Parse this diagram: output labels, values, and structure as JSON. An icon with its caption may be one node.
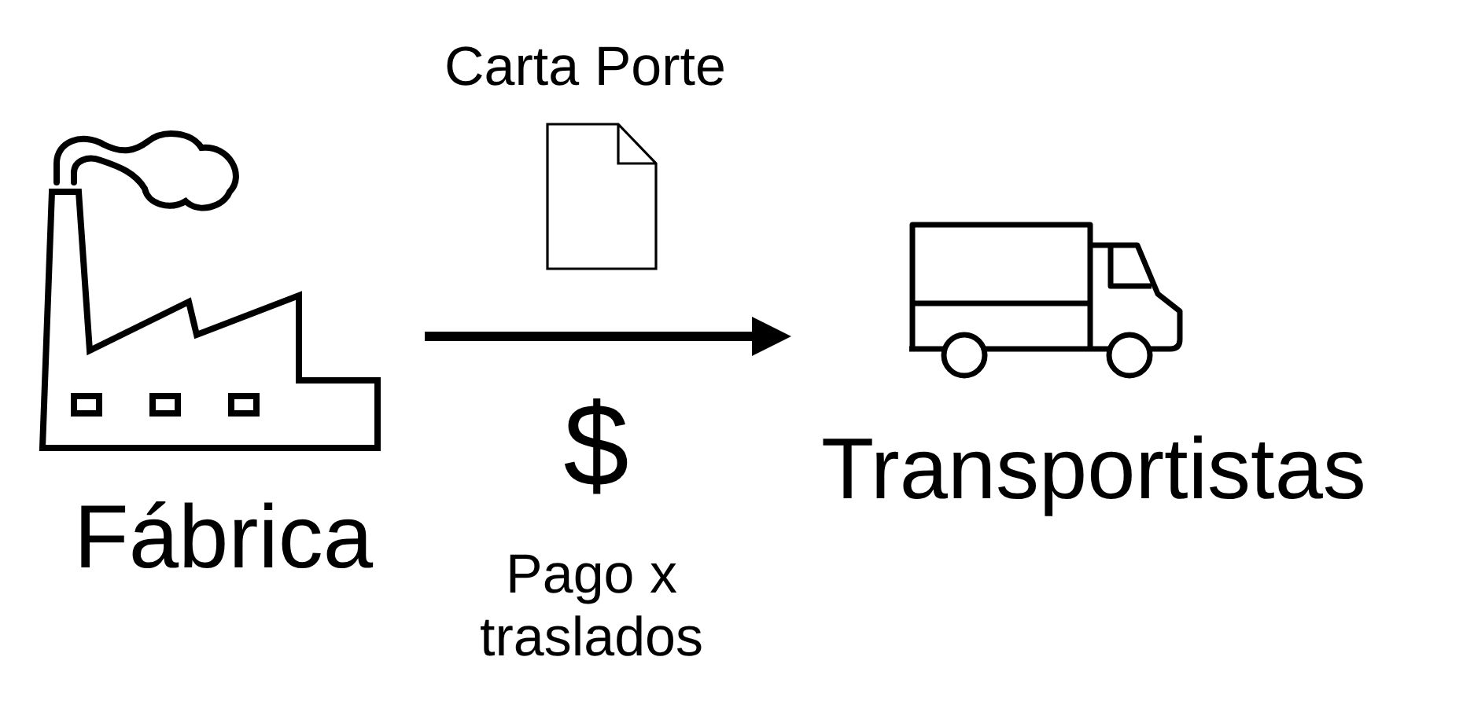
{
  "diagram": {
    "nodes": [
      {
        "text": [
          "Fábrica"
        ]
      },
      {
        "text": [
          "Transportistas"
        ]
      }
    ],
    "edges": [
      {
        "from": 0,
        "to": 1,
        "arrow": "to"
      }
    ],
    "labels": [
      "Carta Porte",
      "$",
      "Pago x traslados"
    ]
  }
}
